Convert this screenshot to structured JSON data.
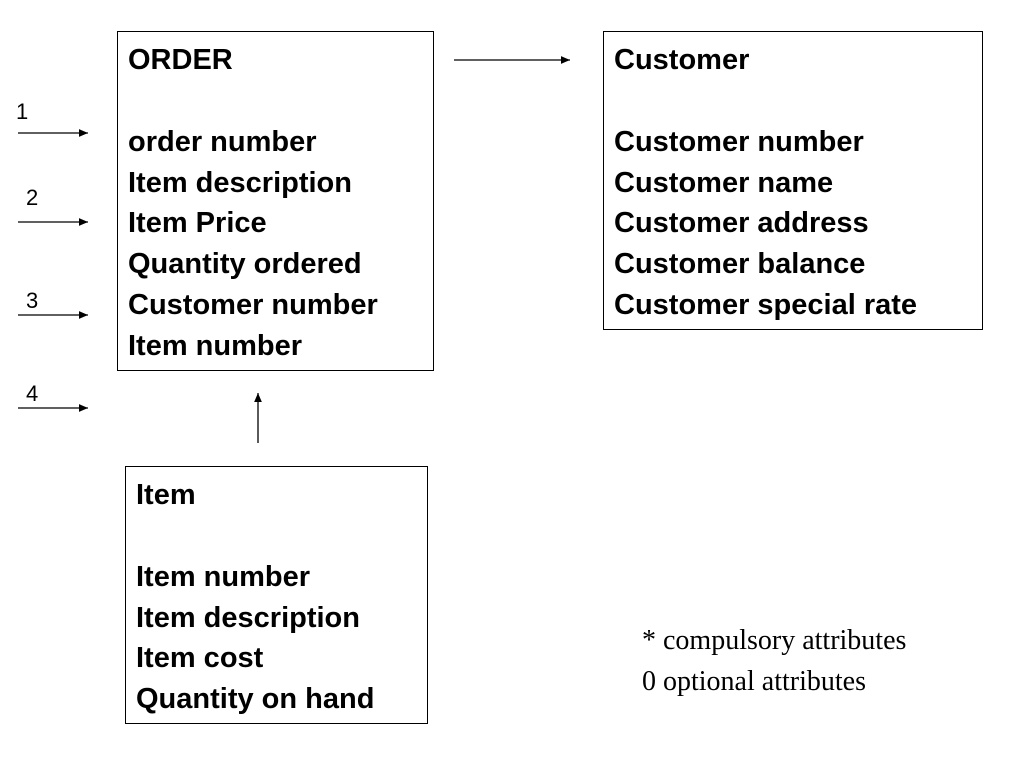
{
  "entities": {
    "order": {
      "title": "ORDER",
      "attributes": [
        "order number",
        "Item description",
        "Item Price",
        "Quantity ordered",
        "Customer number",
        "Item number"
      ]
    },
    "customer": {
      "title": "Customer",
      "attributes": [
        "Customer number",
        "Customer name",
        "Customer address",
        "Customer balance",
        "Customer special rate"
      ]
    },
    "item": {
      "title": "Item",
      "attributes": [
        "Item number",
        "Item description",
        "Item cost",
        "Quantity on hand"
      ]
    }
  },
  "arrow_labels": [
    "1",
    "2",
    "3",
    "4"
  ],
  "legend": {
    "compulsory": "* compulsory attributes",
    "optional": "0 optional attributes"
  }
}
